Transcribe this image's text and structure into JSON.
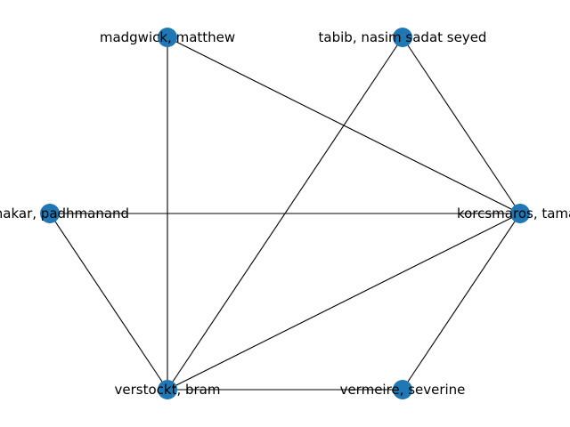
{
  "nodes": [
    {
      "id": "madgwick",
      "label": "madgwick, matthew"
    },
    {
      "id": "tabib",
      "label": "tabib, nasim sadat seyed"
    },
    {
      "id": "sudhakar",
      "label": "sudhakar, padhmanand"
    },
    {
      "id": "korcsmaros",
      "label": "korcsmaros, tamas"
    },
    {
      "id": "verstockt",
      "label": "verstockt, bram"
    },
    {
      "id": "vermeire",
      "label": "vermeire, severine"
    }
  ],
  "edges": [
    [
      "madgwick",
      "verstockt"
    ],
    [
      "madgwick",
      "korcsmaros"
    ],
    [
      "tabib",
      "verstockt"
    ],
    [
      "tabib",
      "korcsmaros"
    ],
    [
      "sudhakar",
      "korcsmaros"
    ],
    [
      "sudhakar",
      "verstockt"
    ],
    [
      "korcsmaros",
      "verstockt"
    ],
    [
      "korcsmaros",
      "vermeire"
    ],
    [
      "verstockt",
      "vermeire"
    ]
  ],
  "colors": {
    "node": "#1f77b4",
    "edge": "#000000",
    "label": "#000000"
  }
}
